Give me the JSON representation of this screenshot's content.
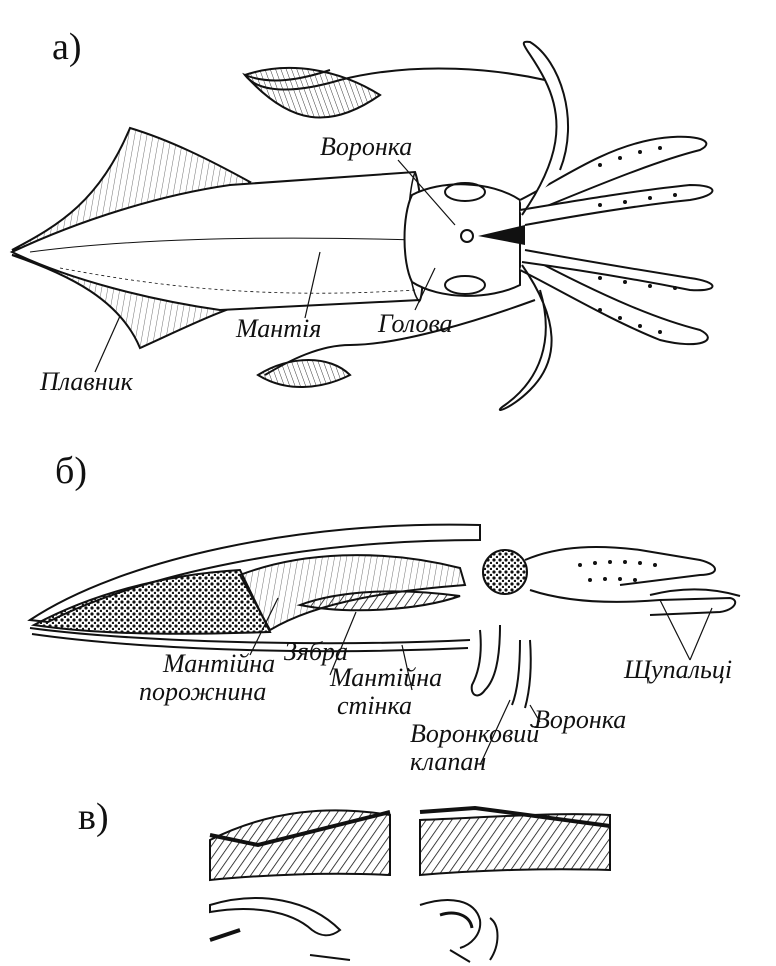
{
  "panels": {
    "a": {
      "letter": "а)",
      "labels": {
        "funnel": "Воронка",
        "mantle": "Мантія",
        "head": "Голова",
        "fin": "Плавник"
      }
    },
    "b": {
      "letter": "б)",
      "labels": {
        "mantle_cavity_1": "Мантійна",
        "mantle_cavity_2": "порожнина",
        "gill": "Зябра",
        "mantle_wall_1": "Мантійна",
        "mantle_wall_2": "стінка",
        "funnel_valve_1": "Воронковий",
        "funnel_valve_2": "клапан",
        "funnel": "Воронка",
        "tentacles": "Щупальці"
      }
    },
    "c": {
      "letter": "в)"
    }
  },
  "colors": {
    "ink": "#111111",
    "paper": "#ffffff"
  }
}
